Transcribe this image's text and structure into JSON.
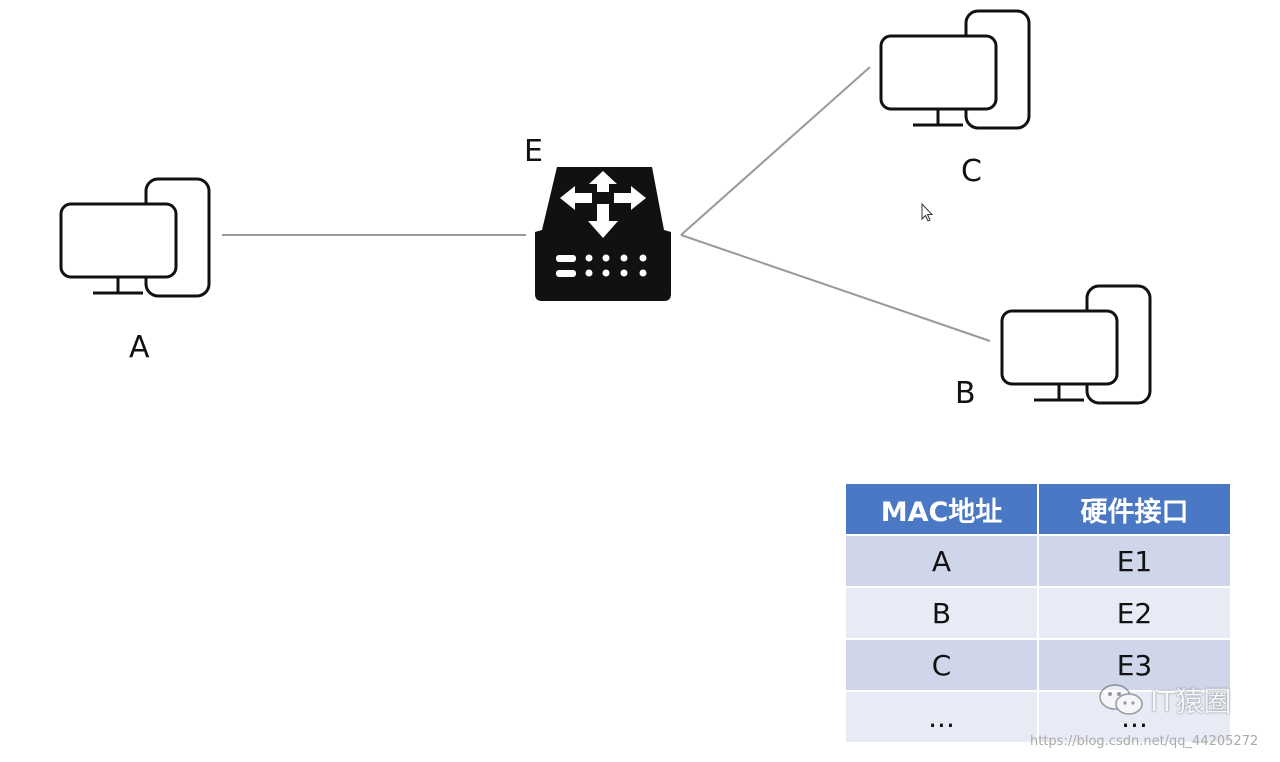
{
  "nodes": {
    "A": {
      "label": "A"
    },
    "B": {
      "label": "B"
    },
    "C": {
      "label": "C"
    },
    "E": {
      "label": "E"
    }
  },
  "table": {
    "headers": [
      "MAC地址",
      "硬件接口"
    ],
    "rows": [
      [
        "A",
        "E1"
      ],
      [
        "B",
        "E2"
      ],
      [
        "C",
        "E3"
      ],
      [
        "...",
        "..."
      ]
    ],
    "colors": {
      "header": "#4a78c4",
      "row_odd": "#cfd6ea",
      "row_even": "#e8ebf5"
    }
  },
  "watermark": {
    "text": "IT猿圈",
    "url": "https://blog.csdn.net/qq_44205272",
    "icon": "wechat-icon"
  }
}
